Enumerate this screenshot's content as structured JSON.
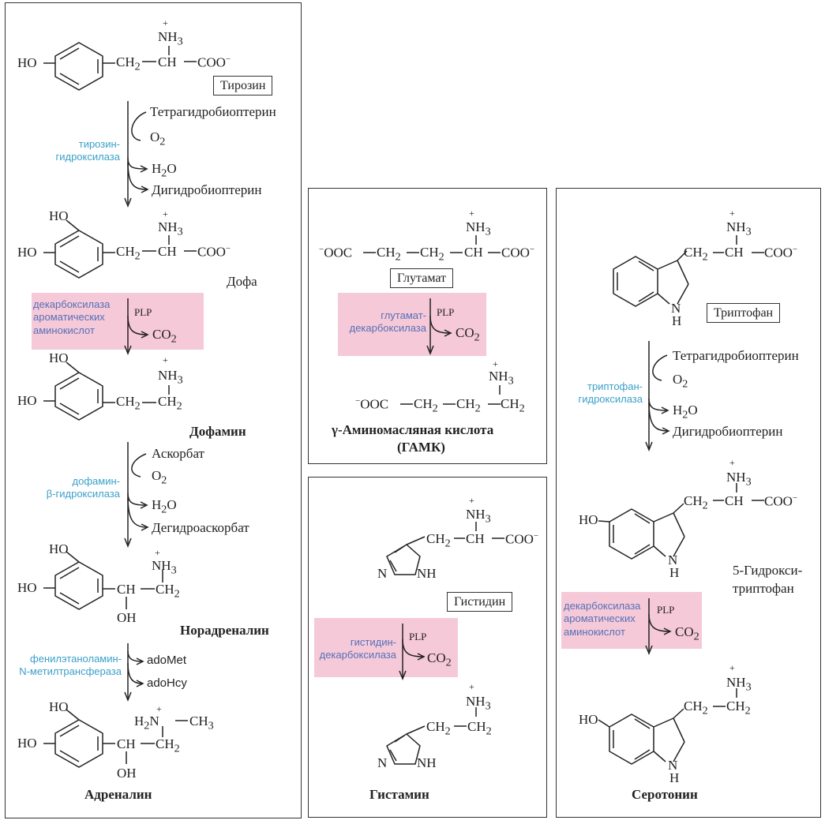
{
  "left_panel": {
    "tyrosine": {
      "name": "Тирозин",
      "ho": "HO",
      "ch2": "CH",
      "ch": "CH",
      "coo": "COO",
      "nh3": "NH",
      "plus": "+",
      "minus": "−",
      "sub2": "2",
      "sub3": "3"
    },
    "step1": {
      "enzyme": "тирозин-\nгидроксилаза",
      "in1": "Тетрагидробиоптерин",
      "in2": "O",
      "out1": "H",
      "out2": "Дигидробиоптерин"
    },
    "dopa": {
      "name": "Дофа"
    },
    "step2": {
      "enzyme": "декарбоксилаза\nароматических\nаминокислот",
      "cofactor": "PLP",
      "product": "CO"
    },
    "dopamine": {
      "name": "Дофамин"
    },
    "step3": {
      "enzyme": "дофамин-\nβ-гидроксилаза",
      "in1": "Аскорбат",
      "in2": "O",
      "out1": "H",
      "out2": "Дегидроаскорбат"
    },
    "noradrenaline": {
      "name": "Норадреналин",
      "oh": "OH"
    },
    "step4": {
      "enzyme": "фенилэтаноламин-\nN-метилтрансфераза",
      "in1": "adoMet",
      "out1": "adoHcy"
    },
    "adrenaline": {
      "name": "Адреналин",
      "h2n": "H",
      "ch3": "CH"
    }
  },
  "middle_top_panel": {
    "glutamate": {
      "name": "Глутамат",
      "ooc": "OOC",
      "ch2": "CH"
    },
    "step": {
      "enzyme": "глутамат-\nдекарбоксилаза",
      "cofactor": "PLP",
      "product": "CO"
    },
    "gaba": {
      "name_line1": "γ-Аминомасляная кислота",
      "name_line2": "(ГАМК)"
    }
  },
  "middle_bottom_panel": {
    "histidine": {
      "name": "Гистидин",
      "n": "N",
      "nh": "NH"
    },
    "step": {
      "enzyme": "гистидин-\nдекарбоксилаза",
      "cofactor": "PLP",
      "product": "CO"
    },
    "histamine": {
      "name": "Гистамин"
    }
  },
  "right_panel": {
    "tryptophan": {
      "name": "Триптофан",
      "n": "N",
      "h": "H"
    },
    "step1": {
      "enzyme": "триптофан-\nгидроксилаза",
      "in1": "Тетрагидробиоптерин",
      "in2": "O",
      "out1": "H",
      "out2": "Дигидробиоптерин"
    },
    "hydroxytryptophan": {
      "name": "5-Гидрокси-\nтриптофан"
    },
    "step2": {
      "enzyme": "декарбоксилаза\nароматических\nаминокислот",
      "cofactor": "PLP",
      "product": "CO"
    },
    "serotonin": {
      "name": "Серотонин"
    }
  },
  "colors": {
    "enzyme_text": "#3aa0c8",
    "highlight": "#f6c9d8",
    "stroke": "#222222"
  }
}
